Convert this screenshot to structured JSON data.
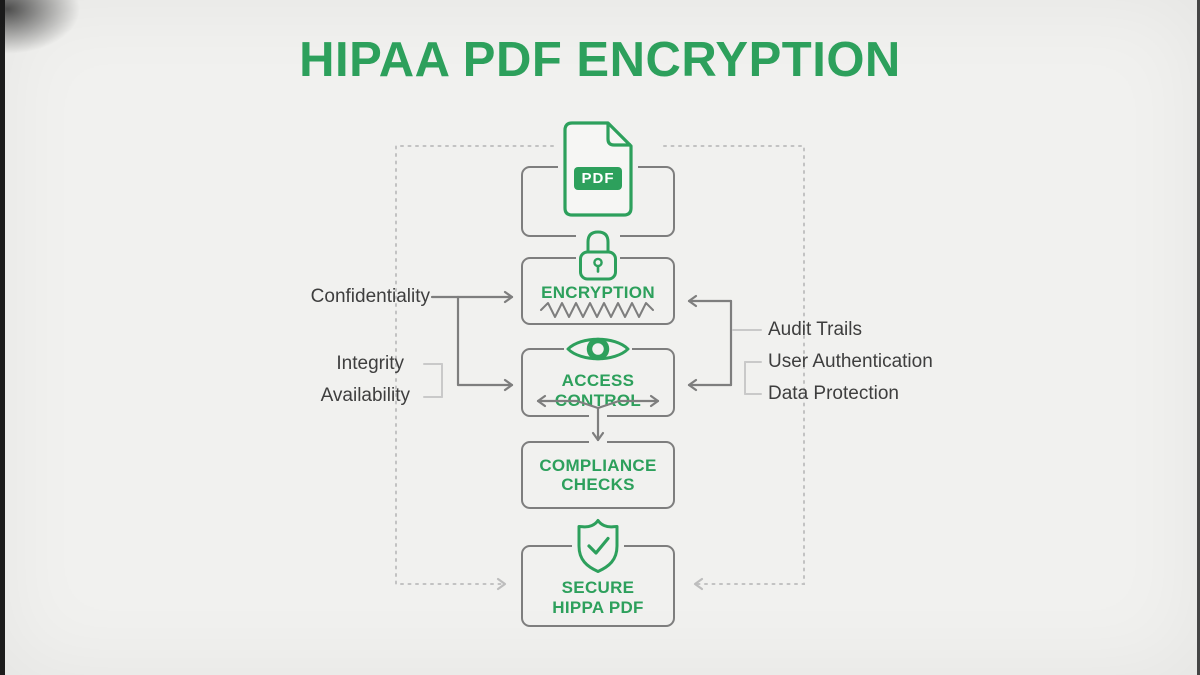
{
  "title": "HIPAA PDF ENCRYPTION",
  "diagram": {
    "pdf_file": {
      "badge": "PDF"
    },
    "boxes": {
      "encryption": {
        "label": "ENCRYPTION"
      },
      "access_control": {
        "label": "ACCESS CONTROL"
      },
      "compliance_checks": {
        "line1": "COMPLIANCE",
        "line2": "CHECKS"
      },
      "secure_hippa_pdf": {
        "line1": "SECURE",
        "line2": "HIPPA PDF"
      }
    },
    "left_labels": {
      "confidentiality": "Confidentiality",
      "integrity": "Integrity",
      "availability": "Availability"
    },
    "right_labels": {
      "audit_trails": "Audit Trails",
      "user_authentication": "User Authentication",
      "data_protection": "Data Protection"
    }
  },
  "colors": {
    "green": "#2da05c",
    "box_border": "#7e7e7e",
    "label_text": "#3e3e3e",
    "light_line": "#c2c2c2",
    "background": "#f1f1ef"
  }
}
